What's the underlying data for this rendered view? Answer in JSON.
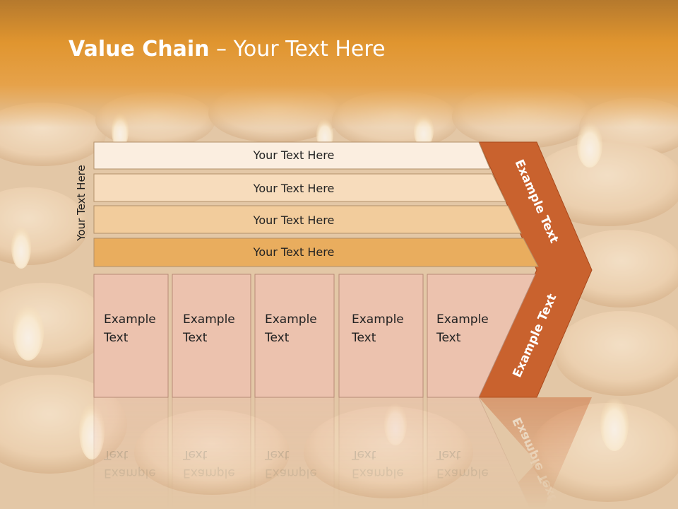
{
  "slide": {
    "title_bold": "Value Chain",
    "title_rest": " – Your Text Here",
    "side_label": "Your Text Here",
    "rows": [
      "Your Text Here",
      "Your Text Here",
      "Your Text Here",
      "Your Text Here"
    ],
    "cells": [
      {
        "line1": "Example",
        "line2": "Text"
      },
      {
        "line1": "Example",
        "line2": "Text"
      },
      {
        "line1": "Example",
        "line2": "Text"
      },
      {
        "line1": "Example",
        "line2": "Text"
      },
      {
        "line1": "Example",
        "line2": "Text"
      }
    ],
    "arrow_upper_label": "Example Text",
    "arrow_lower_label": "Example Text"
  },
  "colors": {
    "header": "#e1962e",
    "row_fills": [
      "#fbeee0",
      "#f7dcbc",
      "#f2cc9c",
      "#e9ad5e"
    ],
    "cell_fill": "#ecc2ae",
    "arrow": "#c9622e"
  }
}
